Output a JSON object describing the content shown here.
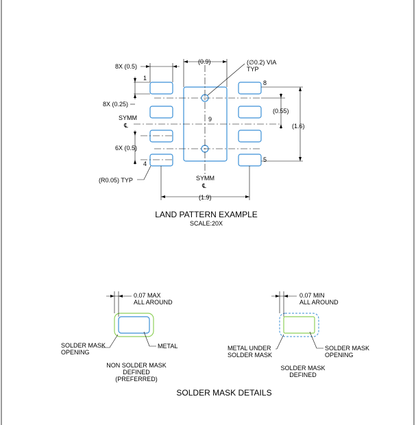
{
  "land_pattern": {
    "pad_width_label": "8X (0.5)",
    "pin1_label": "1",
    "pad_height_label": "8X (0.25)",
    "symm_label": "SYMM",
    "cl_symbol": "℄",
    "pitch_label": "6X (0.5)",
    "pin4_label": "4",
    "radius_label": "(R0.05) TYP",
    "thermal_width_label": "(0.9)",
    "via_label_line1": "(∅0.2) VIA",
    "via_label_line2": "TYP",
    "pin8_label": "8",
    "pin9_label": "9",
    "pin5_label": "5",
    "offset_label": "(0.55)",
    "height_label": "(1.6)",
    "width_label": "(1.9)",
    "symm_bottom_label": "SYMM",
    "title": "LAND PATTERN EXAMPLE",
    "scale": "SCALE:20X"
  },
  "mask_details": {
    "nsmd": {
      "clearance_line1": "0.07 MAX",
      "clearance_line2": "ALL AROUND",
      "opening_line1": "SOLDER MASK",
      "opening_line2": "OPENING",
      "metal": "METAL",
      "caption_line1": "NON SOLDER MASK",
      "caption_line2": "DEFINED",
      "caption_line3": "(PREFERRED)"
    },
    "smd": {
      "clearance_line1": "0.07 MIN",
      "clearance_line2": "ALL AROUND",
      "metal_line1": "METAL UNDER",
      "metal_line2": "SOLDER MASK",
      "opening_line1": "SOLDER MASK",
      "opening_line2": "OPENING",
      "caption_line1": "SOLDER MASK",
      "caption_line2": "DEFINED"
    },
    "title": "SOLDER MASK DETAILS"
  },
  "colors": {
    "pad_outline": "#3a8fd6",
    "mask_outline": "#8fd05a"
  }
}
